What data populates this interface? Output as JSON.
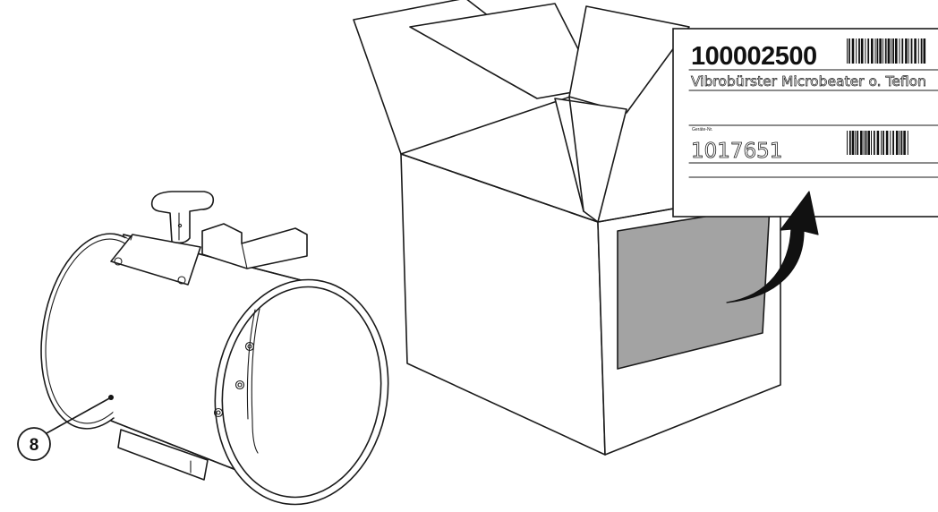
{
  "label": {
    "article_number": "100002500",
    "description": "Vibrobürster Microbeater o. Teflon",
    "device_label": "Geräte-Nr.",
    "device_number": "1017651"
  },
  "callout": {
    "number": "8"
  },
  "colors": {
    "line": "#1a1a1a",
    "window_fill": "#a3a3a3",
    "background": "#ffffff"
  }
}
